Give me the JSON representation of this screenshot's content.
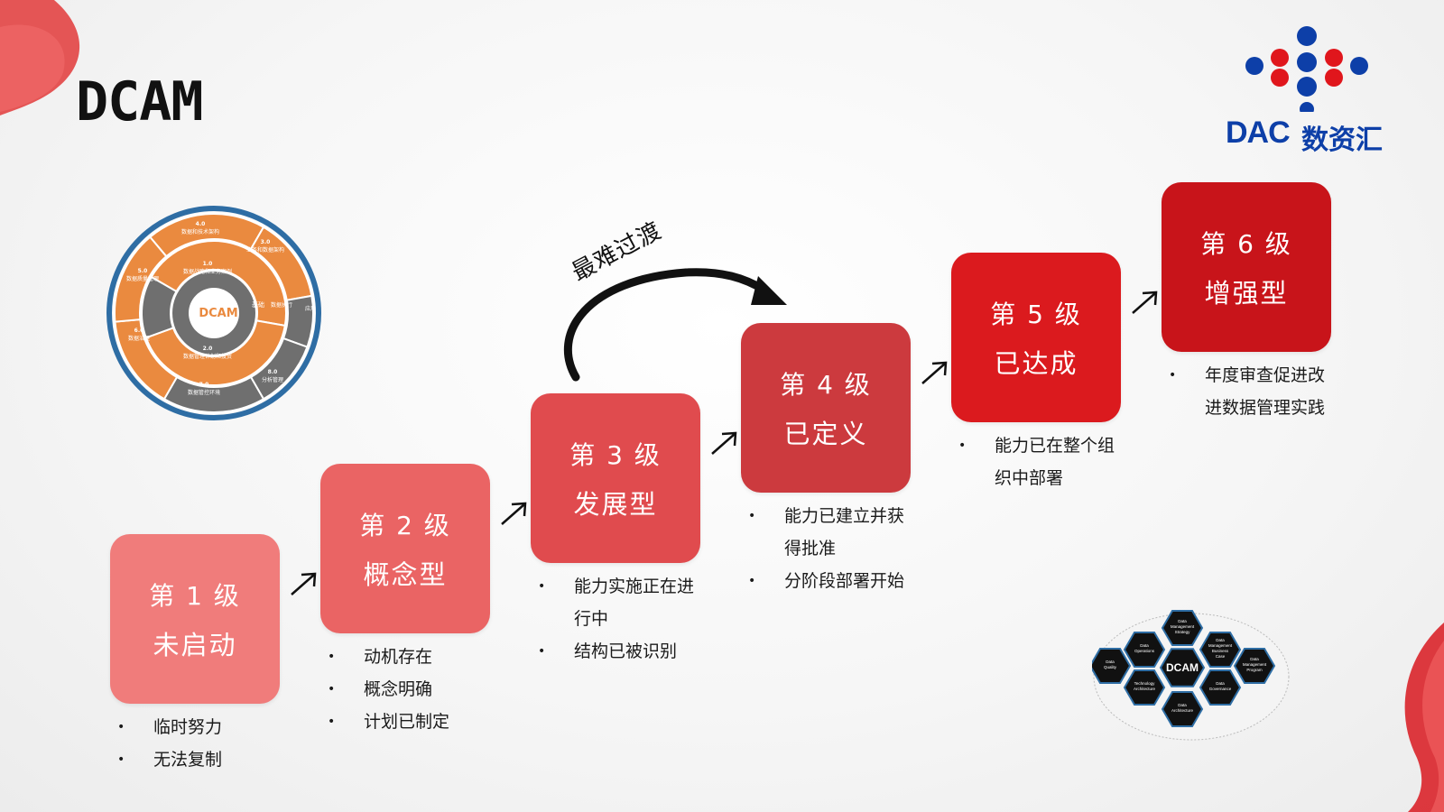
{
  "slide": {
    "title": "DCAM",
    "brand_name": "数资汇",
    "brand_abbr": "DAC"
  },
  "wheel": {
    "center": "DCAM",
    "segments": [
      {
        "num": "4.0",
        "label": "数据和技术架构"
      },
      {
        "num": "3.0",
        "label": "业务和数据架构"
      },
      {
        "num": "1.0",
        "label": "数据战略和业务案例"
      },
      {
        "num": "5.0",
        "label": "数据质量管理"
      },
      {
        "num": "6.0",
        "label": "数据治理"
      },
      {
        "num": "2.0",
        "label": "数据管理计划和投资"
      },
      {
        "num": "7.0",
        "label": "数据管控环境"
      },
      {
        "num": "8.0",
        "label": "分析管理"
      }
    ],
    "side_labels": [
      "基础",
      "数据执行",
      "应用"
    ]
  },
  "hardest_label": "最难过渡",
  "steps": [
    {
      "level": "第 1 级",
      "name": "未启动",
      "color": "#f07c7b",
      "bullets": [
        "临时努力",
        "无法复制"
      ]
    },
    {
      "level": "第 2 级",
      "name": "概念型",
      "color": "#ea6464",
      "bullets": [
        "动机存在",
        "概念明确",
        "计划已制定"
      ]
    },
    {
      "level": "第 3 级",
      "name": "发展型",
      "color": "#e04b4e",
      "bullets": [
        "能力实施正在进行中",
        "结构已被识别"
      ]
    },
    {
      "level": "第 4 级",
      "name": "已定义",
      "color": "#cc3a3e",
      "bullets": [
        "能力已建立并获得批准",
        "分阶段部署开始"
      ]
    },
    {
      "level": "第 5 级",
      "name": "已达成",
      "color": "#db1a1e",
      "bullets": [
        "能力已在整个组织中部署"
      ]
    },
    {
      "level": "第 6 级",
      "name": "增强型",
      "color": "#c8141a",
      "bullets": [
        "年度审查促进改进数据管理实践"
      ]
    }
  ],
  "hex": {
    "center": "DCAM",
    "cells": [
      "Data Management Strategy",
      "Data Management Business Case",
      "Data Management Program",
      "Data Governance",
      "Data Architecture",
      "Technology Architecture",
      "Data Quality",
      "Data Operations"
    ]
  },
  "colors": {
    "orange": "#ea8a3f",
    "blue": "#2e6da4",
    "gray": "#6f6f6f",
    "brandBlue": "#0d3fa8",
    "brandRed": "#e0161c"
  }
}
